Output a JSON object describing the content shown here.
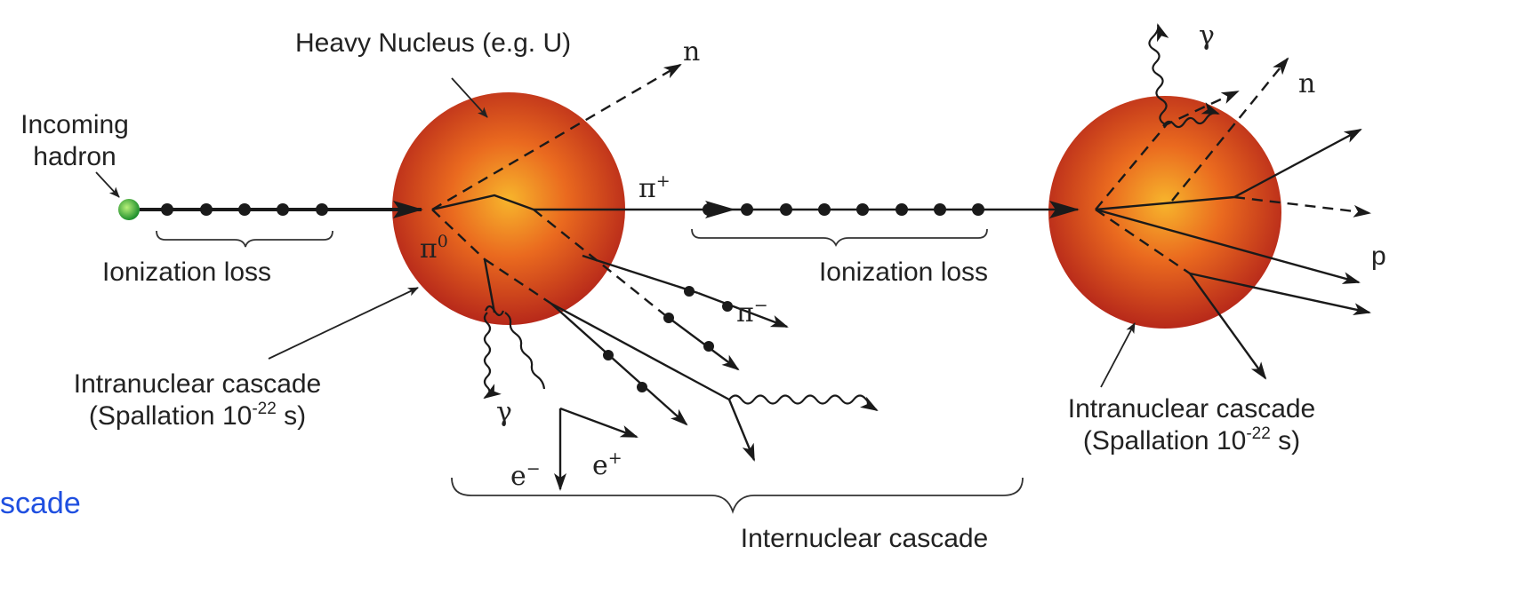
{
  "labels": {
    "heavy_nucleus": "Heavy Nucleus (e.g. U)",
    "incoming_line1": "Incoming",
    "incoming_line2": "hadron",
    "ionization_left": "Ionization loss",
    "ionization_right": "Ionization loss",
    "intranuclear_left_line1": "Intranuclear cascade",
    "intranuclear_left_line2_pre": "(Spallation 10",
    "intranuclear_left_sup": "-22",
    "intranuclear_left_line2_post": " s)",
    "intranuclear_right_line1": "Intranuclear cascade",
    "intranuclear_right_line2_pre": "(Spallation 10",
    "intranuclear_right_sup": "-22",
    "intranuclear_right_line2_post": " s)",
    "internuclear": "Internuclear cascade",
    "cascade_partial": "scade"
  },
  "particles": {
    "n_left": "n",
    "n_right": "n",
    "pi_plus": "π",
    "pi_plus_sup": "+",
    "pi_zero": "π",
    "pi_zero_sup": "0",
    "pi_minus": "π",
    "pi_minus_sup": "−",
    "gamma_left": "γ",
    "gamma_right": "γ",
    "e_minus": "e",
    "e_minus_sup": "−",
    "e_plus": "e",
    "e_plus_sup": "+",
    "p_partial": "p"
  },
  "colors": {
    "accent_blue": "#1f4fe0",
    "hadron_green": "#2ea832",
    "nucleus_core": "#f6b028",
    "nucleus_mid": "#e8641e",
    "nucleus_edge": "#b82a18"
  }
}
